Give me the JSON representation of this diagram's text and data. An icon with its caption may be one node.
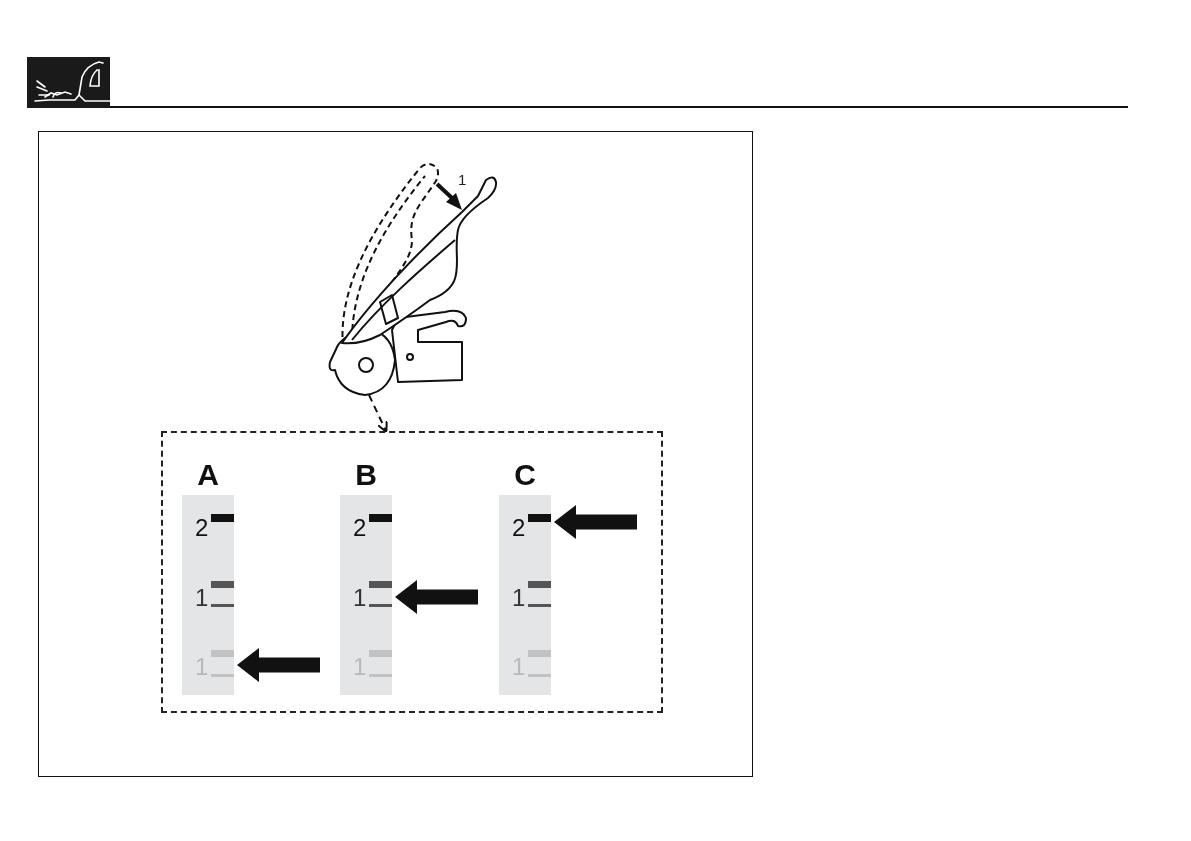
{
  "diagram": {
    "nodes": [
      {
        "text": [],
        "shape": "picture"
      },
      {
        "text": [],
        "shape": "box"
      },
      {
        "text": [
          "A",
          "2",
          "1",
          "1"
        ],
        "in": 1
      },
      {
        "text": [
          "B",
          "2",
          "1",
          "1"
        ],
        "in": 1
      },
      {
        "text": [
          "C",
          "2",
          "1",
          "1"
        ],
        "in": 1
      }
    ],
    "edges": [
      {
        "from": 0,
        "to": 1,
        "arrow": "to",
        "style": "dashed"
      },
      {
        "from": null,
        "to": 2,
        "arrow": "to"
      },
      {
        "from": null,
        "to": 3,
        "arrow": "to"
      },
      {
        "from": null,
        "to": 4,
        "arrow": "to"
      }
    ],
    "labels": [
      "1"
    ]
  }
}
